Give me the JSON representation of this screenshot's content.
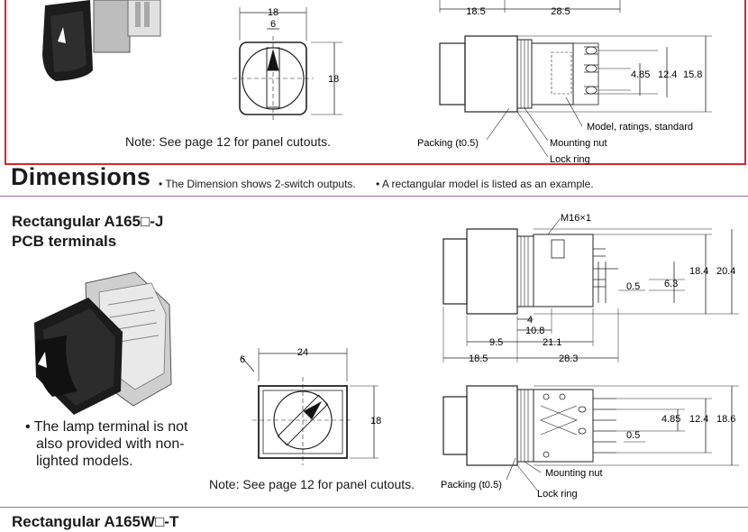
{
  "top_section": {
    "note": "Note: See page 12 for panel cutouts.",
    "cutout": {
      "width": "18",
      "inner": "6",
      "height": "18"
    },
    "side_dims": {
      "left": "18.5",
      "right": "28.5"
    },
    "right_dims": [
      "4.85",
      "12.4",
      "15.8"
    ],
    "callouts": {
      "model": "Model, ratings, standard",
      "packing": "Packing (t0.5)",
      "mounting_nut": "Mounting nut",
      "lock_ring": "Lock ring"
    }
  },
  "dimensions": {
    "heading": "Dimensions",
    "note1": "• The Dimension shows 2-switch outputs.",
    "note2": "• A rectangular model is listed as an example."
  },
  "section": {
    "title_line1": "Rectangular A165□-J",
    "title_line2": "PCB terminals",
    "bullet_line1": "• The lamp terminal is not",
    "bullet_line2": "also provided with non-",
    "bullet_line3": "lighted models.",
    "panel_note": "Note: See page 12 for panel cutouts.",
    "cutout": {
      "width": "24",
      "inner": "6",
      "height": "18"
    },
    "upper_dims": {
      "thread": "M16×1",
      "h1": "18.4",
      "h2": "20.4",
      "pin_gap": "0.5",
      "pin_pitch": "6.3",
      "d4": "4",
      "d108": "10.8",
      "d95": "9.5",
      "d211": "21.1",
      "d185": "18.5",
      "d283": "28.3"
    },
    "lower_dims": {
      "d485": "4.85",
      "d124": "12.4",
      "d186": "18.6",
      "pin_gap": "0.5"
    },
    "callouts": {
      "packing": "Packing (t0.5)",
      "mounting_nut": "Mounting nut",
      "lock_ring": "Lock ring"
    }
  },
  "next_section": {
    "title": "Rectangular A165W□-T"
  }
}
